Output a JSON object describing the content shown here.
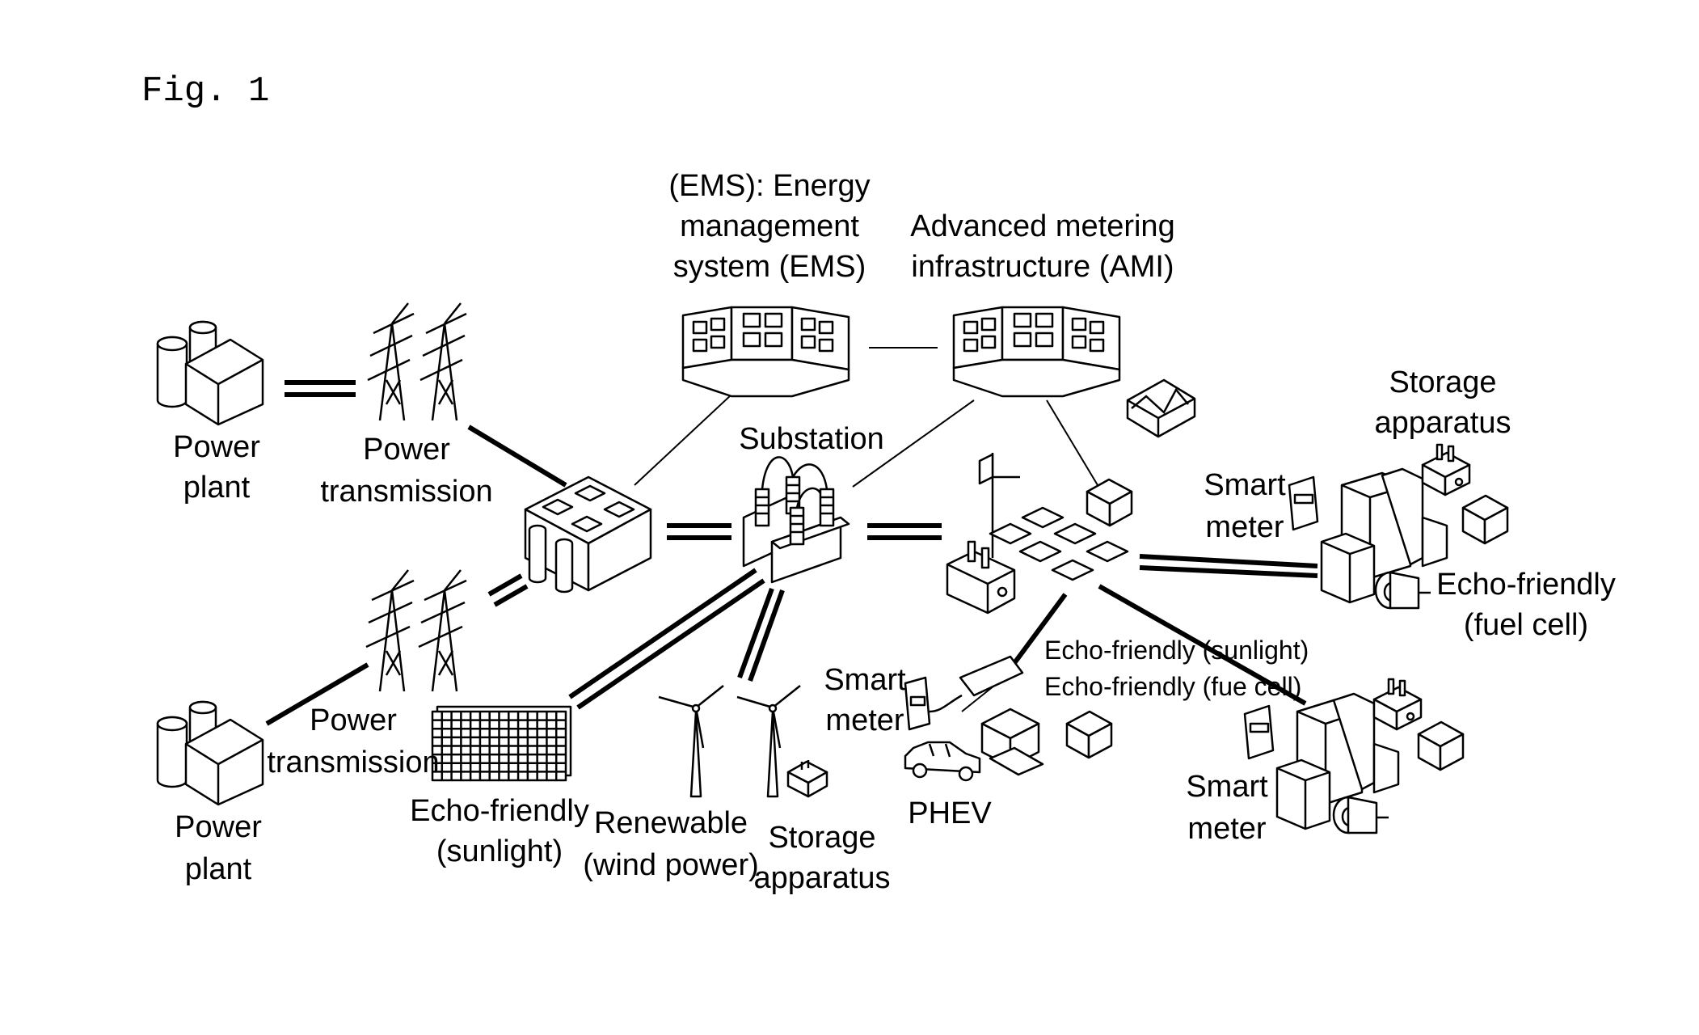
{
  "figure_label": "Fig. 1",
  "labels": {
    "ems": [
      "(EMS): Energy",
      "management",
      "system (EMS)"
    ],
    "ami": [
      "Advanced metering",
      "infrastructure (AMI)"
    ],
    "power_plant_top": [
      "Power",
      "plant"
    ],
    "power_transmission_top": [
      "Power",
      "transmission"
    ],
    "substation": "Substation",
    "storage_top_right": [
      "Storage",
      "apparatus"
    ],
    "smart_meter_right": [
      "Smart",
      "meter"
    ],
    "eco_fuel_cell_right": [
      "Echo-friendly",
      "(fuel cell)"
    ],
    "eco_sunlight_mid": "Echo-friendly (sunlight)",
    "eco_fuel_cell_mid": "Echo-friendly (fue cell)",
    "smart_meter_mid": [
      "Smart",
      "meter"
    ],
    "power_plant_bottom": [
      "Power",
      "plant"
    ],
    "power_transmission_bottom": [
      "Power",
      "transmission"
    ],
    "eco_sunlight_bottom": [
      "Echo-friendly",
      "(sunlight)"
    ],
    "renewable": [
      "Renewable",
      "(wind power)"
    ],
    "storage_bottom": [
      "Storage",
      "apparatus"
    ],
    "phev": "PHEV",
    "smart_meter_bottom_right": [
      "Smart",
      "meter"
    ]
  }
}
